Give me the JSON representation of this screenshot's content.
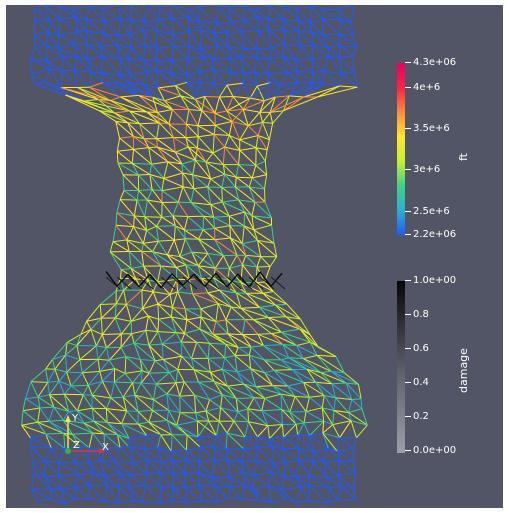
{
  "viewport": {
    "background": "#525565"
  },
  "colorbars": {
    "ft": {
      "title": "ft",
      "ticks": [
        "4.3e+06",
        "4e+6",
        "3.5e+6",
        "3e+6",
        "2.5e+6",
        "2.2e+06"
      ],
      "range": [
        2200000,
        4300000
      ],
      "colors": [
        "#1e5bff",
        "#2ab0d0",
        "#3fd28a",
        "#c8f02a",
        "#ffe82a",
        "#ff8a3a",
        "#ff1f4a",
        "#e8005a"
      ]
    },
    "damage": {
      "title": "damage",
      "ticks": [
        "1.0e+00",
        "0.8",
        "0.6",
        "0.4",
        "0.2",
        "0.0e+00"
      ],
      "range": [
        0,
        1
      ],
      "colors": [
        "#050505",
        "#5a5c66",
        "#9c9ea8"
      ]
    }
  },
  "axes": {
    "y": "Y",
    "z": "Z",
    "x": "X"
  }
}
